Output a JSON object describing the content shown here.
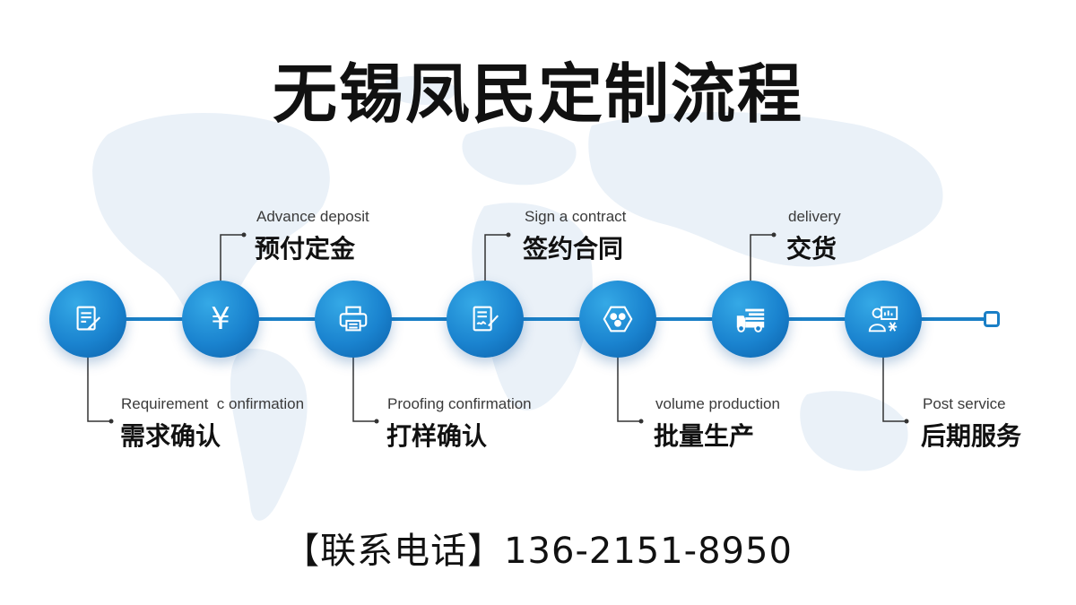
{
  "title": "无锡凤民定制流程",
  "steps": [
    {
      "icon": "document-check-icon",
      "en": "Requirement  c onfirmation",
      "cn": "需求确认",
      "position": "bottom"
    },
    {
      "icon": "yen-icon",
      "symbol": "¥",
      "en": "Advance deposit",
      "cn": "预付定金",
      "position": "top"
    },
    {
      "icon": "printer-icon",
      "en": "Proofing confirmation",
      "cn": "打样确认",
      "position": "bottom"
    },
    {
      "icon": "contract-sign-icon",
      "en": "Sign a contract",
      "cn": "签约合同",
      "position": "top"
    },
    {
      "icon": "production-hexagon-icon",
      "en": "volume production",
      "cn": "批量生产",
      "position": "bottom"
    },
    {
      "icon": "delivery-truck-icon",
      "en": "delivery",
      "cn": "交货",
      "position": "top"
    },
    {
      "icon": "service-person-icon",
      "en": "Post service",
      "cn": "后期服务",
      "position": "bottom"
    }
  ],
  "contact": "【联系电话】136-2151-8950",
  "colors": {
    "accent": "#1a7fc6",
    "node_light": "#35a9e6",
    "node_dark": "#0b5fa8",
    "map": "#eaf1f8"
  }
}
